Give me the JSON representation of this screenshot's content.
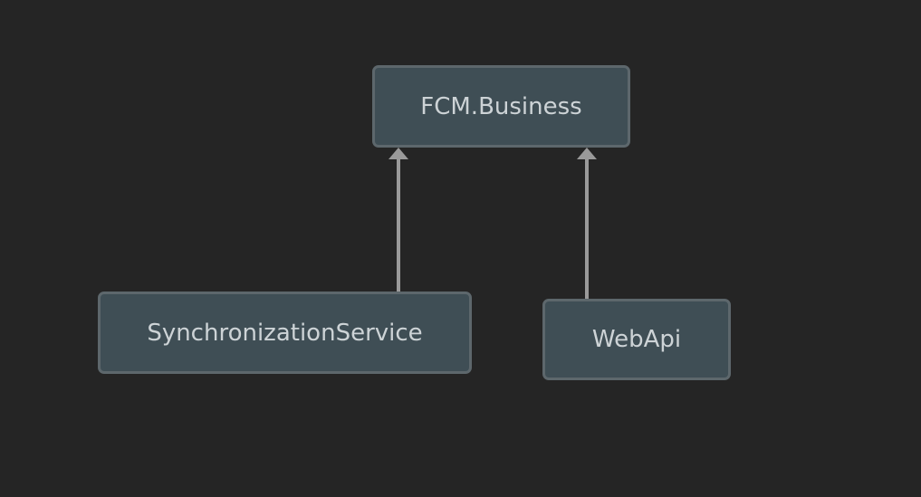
{
  "diagram": {
    "nodes": [
      {
        "id": "fcm",
        "label": "FCM.Business"
      },
      {
        "id": "sync",
        "label": "SynchronizationService"
      },
      {
        "id": "webapi",
        "label": "WebApi"
      }
    ],
    "edges": [
      {
        "from": "sync",
        "to": "fcm"
      },
      {
        "from": "webapi",
        "to": "fcm"
      }
    ],
    "colors": {
      "background": "#252525",
      "node_fill": "#3f4e55",
      "node_border": "#5d676c",
      "edge": "#9a9a9a",
      "text": "#cdd3d6"
    }
  }
}
